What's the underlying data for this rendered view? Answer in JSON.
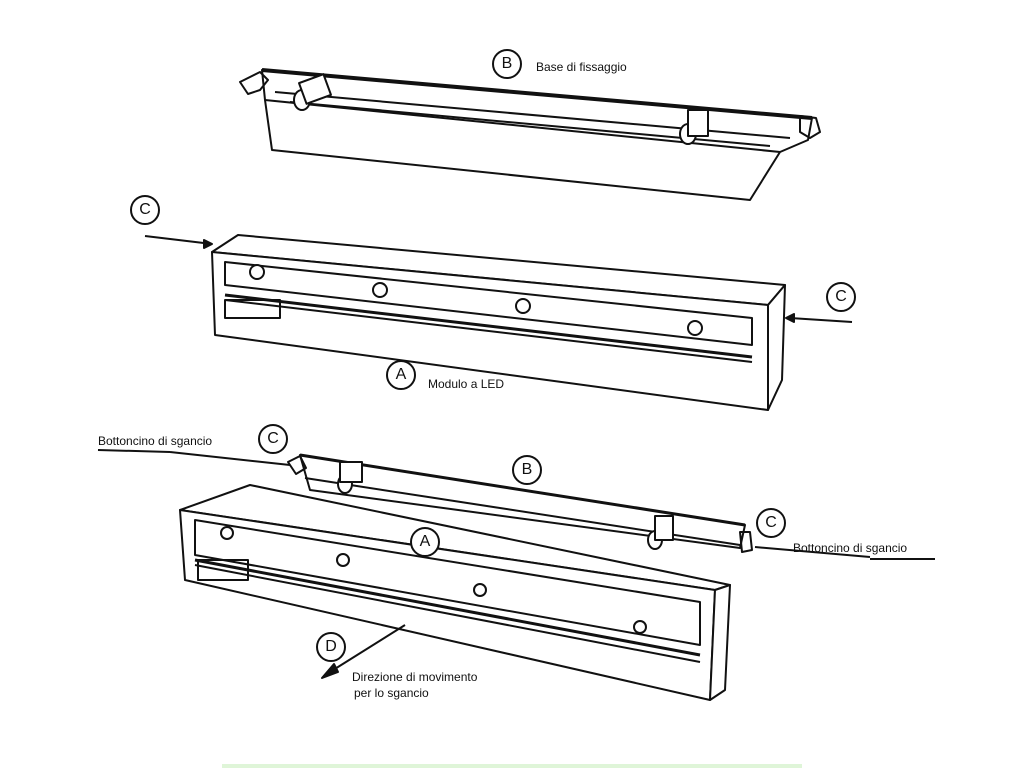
{
  "labels": {
    "base": "Base di fissaggio",
    "module": "Modulo a LED",
    "button_left": "Bottoncino di sgancio",
    "button_right": "Bottoncino di sgancio",
    "direction": "Direzione di movimento",
    "direction2": "per lo sgancio"
  },
  "markers": {
    "a": "A",
    "b": "B",
    "c": "C",
    "d": "D"
  }
}
